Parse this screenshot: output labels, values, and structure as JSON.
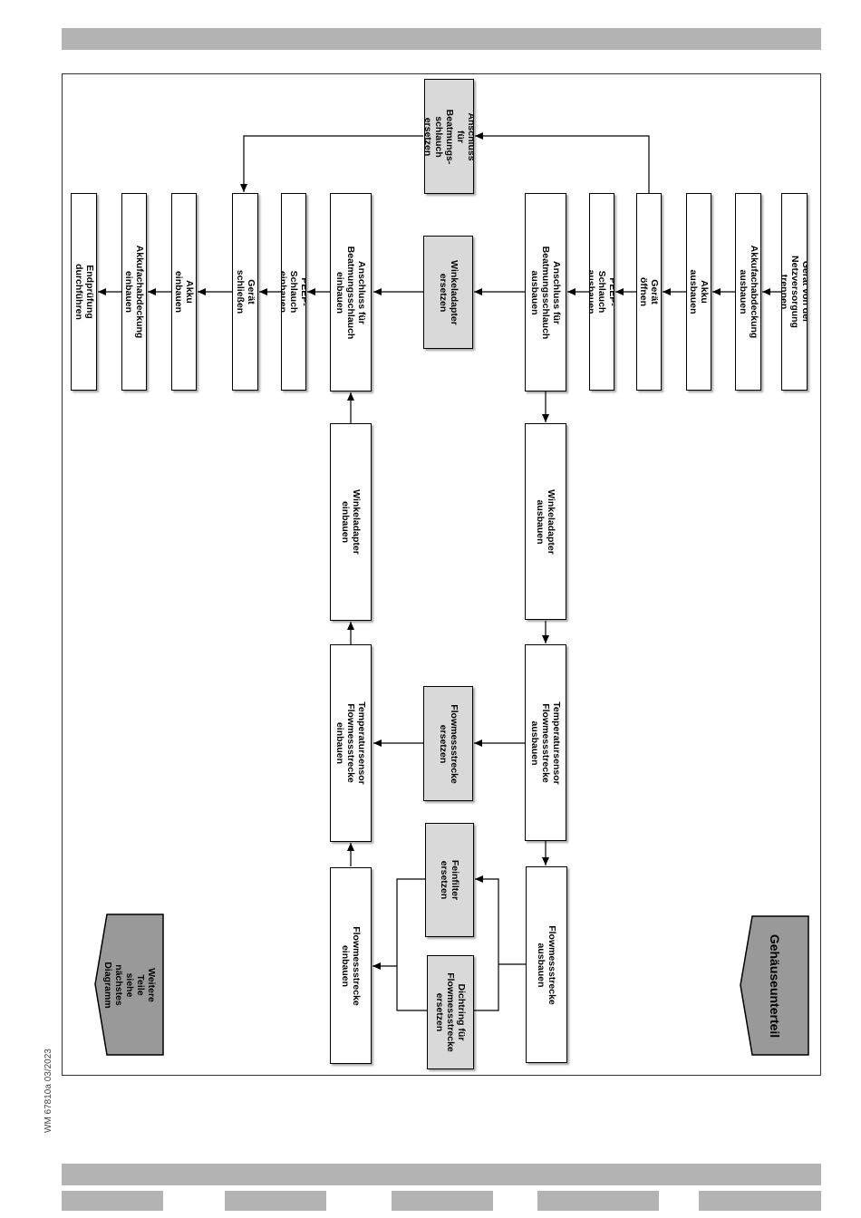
{
  "doc_ref": "WM 67810a 03/2023",
  "section_title": "Gehäuseunterteil",
  "continuation_note": "Weitere Teile siehe\nnächstes Diagramm",
  "steps": {
    "s1": "Gerät von der Netzversorgung trennen",
    "s2": "Akkufachabdeckung ausbauen",
    "s3": "Akku ausbauen",
    "s4": "Gerät öffnen",
    "s5": "PEEP-Schlauch ausbauen",
    "s6": "Anschluss für Beatmungsschlauch\nausbauen",
    "s7": "Winkeladapter\nausbauen",
    "s8": "Temperatursensor Flowmessstrecke\nausbauen",
    "s9": "Flowmessstrecke\nausbauen",
    "r1": "Anschluss für\nBeatmungs-\nschlauch ersetzen",
    "r2": "Winkeladapter\nersetzen",
    "r3": "Flowmessstrecke\nersetzen",
    "r4": "Feinfilter ersetzen",
    "r5": "Dichtring für\nFlowmessstrecke\nersetzen",
    "i1": "Flowmessstrecke\neinbauen",
    "i2": "Temperatursensor Flowmessstrecke\neinbauen",
    "i3": "Winkeladapter\neinbauen",
    "i4": "Anschluss für Beatmungsschlauch\neinbauen",
    "i5": "PEEP-Schlauch einbauen",
    "i6": "Gerät schließen",
    "i7": "Akku einbauen",
    "i8": "Akkufachabdeckung einbauen",
    "i9": "Endprüfung durchführen"
  },
  "colors": {
    "header_bar": "#b3b3b3",
    "replace_box": "#d9d9d9",
    "pentagon": "#999999"
  }
}
